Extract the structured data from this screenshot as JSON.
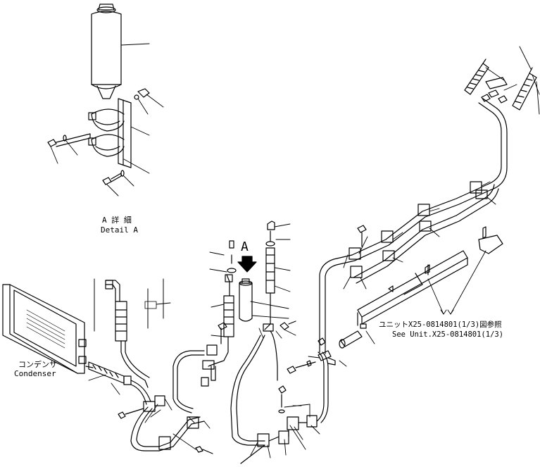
{
  "labels": {
    "detail_jp": "A 詳 細",
    "detail_en": "Detail A",
    "view_letter": "A",
    "condenser_jp": "コンデンサ",
    "condenser_en": "Condenser",
    "unit_ref_jp": "ユニットX25-0814801(1/3)図参照",
    "unit_ref_en": "See Unit.X25-0814801(1/3)"
  },
  "colors": {
    "ink": "#000000",
    "paper": "#ffffff"
  }
}
